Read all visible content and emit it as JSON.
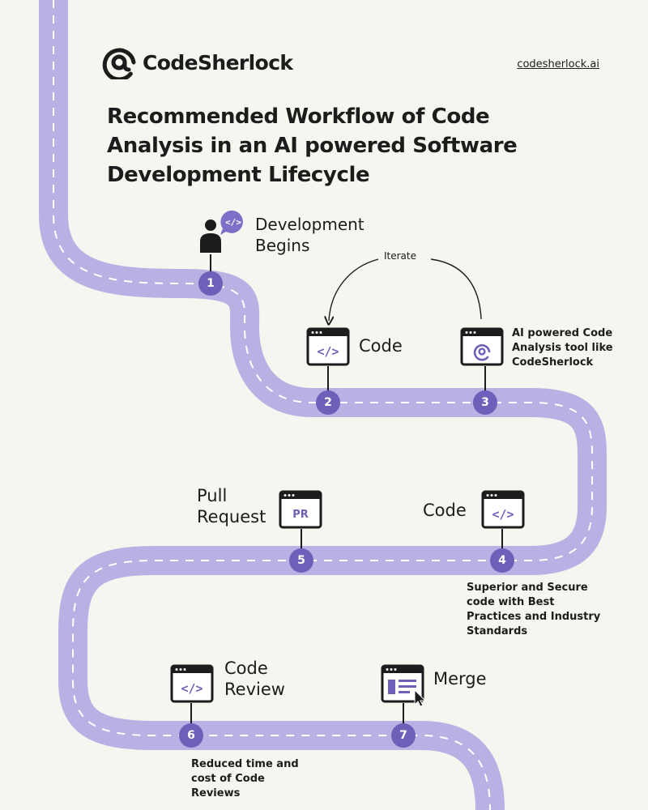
{
  "brand": {
    "name": "CodeSherlock",
    "site": "codesherlock.ai",
    "logo_icon": "at-sign-logo"
  },
  "title": "Recommended Workflow of Code Analysis in an AI powered Software Development Lifecycle",
  "colors": {
    "road": "#b9b0e4",
    "marker": "#6e5fb8",
    "ink": "#1c1c1c",
    "background": "#f7f5f0"
  },
  "iterate_label": "Iterate",
  "steps": [
    {
      "number": "1",
      "label": "Development Begins",
      "icon": "developer-icon"
    },
    {
      "number": "2",
      "label": "Code",
      "icon": "code-window-icon"
    },
    {
      "number": "3",
      "label": "AI powered Code Analysis tool like CodeSherlock",
      "icon": "codesherlock-window-icon"
    },
    {
      "number": "4",
      "label": "Code",
      "note": "Superior and Secure code with Best Practices and Industry Standards",
      "icon": "code-window-icon"
    },
    {
      "number": "5",
      "label": "Pull Request",
      "badge": "PR",
      "icon": "pull-request-window-icon"
    },
    {
      "number": "6",
      "label": "Code Review",
      "note": "Reduced time and cost of Code Reviews",
      "icon": "code-window-icon"
    },
    {
      "number": "7",
      "label": "Merge",
      "icon": "merge-window-icon"
    }
  ]
}
